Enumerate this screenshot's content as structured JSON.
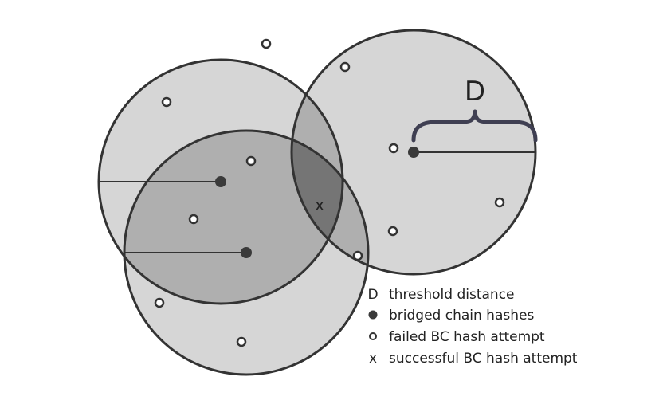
{
  "diagram": {
    "brace_label": "D",
    "success_mark": "x",
    "colors": {
      "circle_fill": "#d6d6d6",
      "circle_stroke": "#333333",
      "overlap_shade": "#7a7a7a",
      "hash_dot": "#3a3a3a",
      "brace": "#3f3f52"
    }
  },
  "legend": {
    "items": [
      {
        "symbol": "D",
        "label": "threshold distance"
      },
      {
        "symbol": "filled-dot",
        "label": "bridged chain hashes"
      },
      {
        "symbol": "hollow-dot",
        "label": "failed BC hash attempt"
      },
      {
        "symbol": "x",
        "label": "successful BC hash attempt"
      }
    ]
  }
}
